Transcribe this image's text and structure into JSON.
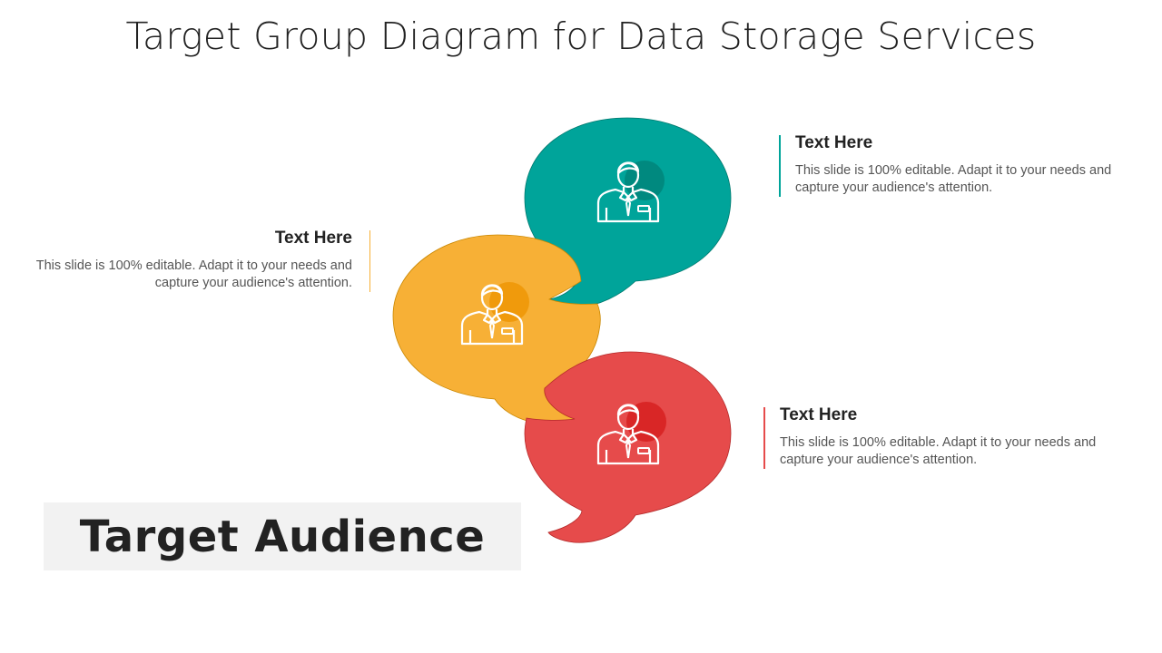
{
  "title": "Target Group Diagram for Data Storage Services",
  "bubbles": [
    {
      "id": "teal",
      "color": "#00A49A",
      "accent": "#00897F",
      "icon": "businessman-icon"
    },
    {
      "id": "orange",
      "color": "#F7B036",
      "accent": "#F09A0C",
      "icon": "businessman-icon"
    },
    {
      "id": "red",
      "color": "#E64B4B",
      "accent": "#D92626",
      "icon": "businessman-icon"
    }
  ],
  "text_blocks": {
    "top_right": {
      "heading": "Text Here",
      "body": "This slide is 100% editable. Adapt it to your needs and capture your audience's attention.",
      "rule_color": "#00A49A"
    },
    "left": {
      "heading": "Text Here",
      "body": "This slide is 100% editable. Adapt it to your needs and capture your audience's attention.",
      "rule_color": "#F7B036"
    },
    "bottom_right": {
      "heading": "Text Here",
      "body": "This slide is 100% editable. Adapt it to your needs and capture your audience's attention.",
      "rule_color": "#E64B4B"
    }
  },
  "label": "Target Audience"
}
